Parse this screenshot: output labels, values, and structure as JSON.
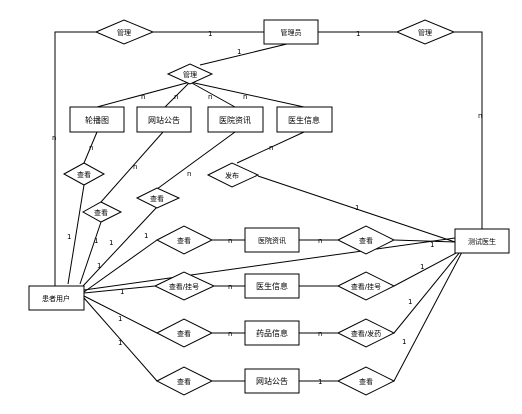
{
  "entities": {
    "admin": "管理员",
    "carousel": "轮播图",
    "site_notice": "网站公告",
    "hospital_news": "医院资讯",
    "doctor_info": "医生信息",
    "patient_user": "患者用户",
    "test_doctor": "测试医生",
    "hosp_news2": "医院资讯",
    "doctor_info2": "医生信息",
    "drug_info": "药品信息",
    "site_notice2": "网站公告"
  },
  "relations": {
    "manage_left": "管理",
    "manage_right": "管理",
    "manage_center": "管理",
    "view_carousel": "查看",
    "view_notice": "查看",
    "view_news": "查看",
    "publish": "发布",
    "view_news_left": "查看",
    "view_news_right": "查看",
    "view_reg_left": "查看/挂号",
    "view_reg_right": "查看/挂号",
    "view_drug_left": "查看",
    "view_drug_right": "查看/发药",
    "view_notice_left": "查看",
    "view_notice_right": "查看"
  },
  "cardinalities": {
    "c1": "1",
    "c2": "n",
    "c3": "1",
    "c4": "n",
    "c5": "1",
    "c6": "n",
    "c7": "n",
    "c8": "n",
    "c9": "n",
    "c10": "n",
    "c11": "n",
    "c12": "n",
    "c13": "1",
    "c14": "1",
    "c15": "1",
    "c16": "n",
    "c17": "1",
    "c18": "1",
    "c19": "1",
    "c20": "1",
    "c21": "1",
    "c22": "n",
    "c23": "n",
    "c24": "1",
    "c25": "n",
    "c26": "1",
    "c27": "n",
    "c28": "1",
    "c29": "n",
    "c30": "1",
    "c31": "1",
    "c32": "1"
  }
}
